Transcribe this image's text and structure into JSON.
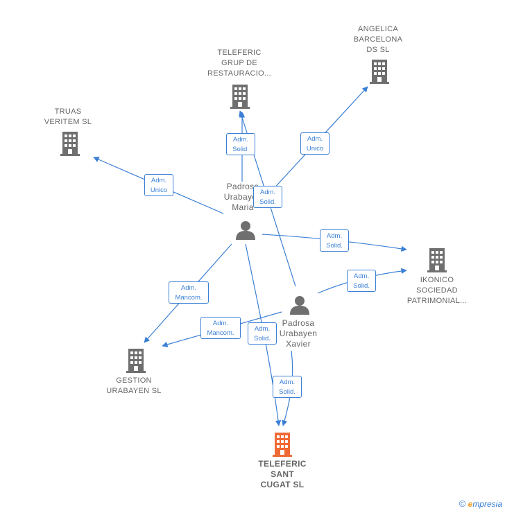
{
  "nodes": {
    "teleferic_grup": "TELEFERIC\nGRUP DE\nRESTAURACIO...",
    "angelica": "ANGELICA\nBARCELONA\nDS SL",
    "truas": "TRUAS\nVERITEM SL",
    "ikonico": "IKONICO\nSOCIEDAD\nPATRIMONIAL...",
    "gestion": "GESTION\nURABAYEN SL",
    "teleferic_sant": "TELEFERIC\nSANT\nCUGAT SL",
    "padrosa_maria": "Padrosa\nUrabayen\nMaria",
    "padrosa_xavier": "Padrosa\nUrabayen\nXavier"
  },
  "relations": {
    "r_grup": [
      "Adm.",
      "Solid."
    ],
    "r_angelica": [
      "Adm.",
      "Unico"
    ],
    "r_truas": [
      "Adm.",
      "Unico"
    ],
    "r_xavier_grup": [
      "Adm.",
      "Solid."
    ],
    "r_ikonico_maria": [
      "Adm.",
      "Solid."
    ],
    "r_ikonico_xavier": [
      "Adm.",
      "Solid."
    ],
    "r_gestion_maria": [
      "Adm.",
      "Mancom."
    ],
    "r_gestion_xavier": [
      "Adm.",
      "Mancom."
    ],
    "r_sant_maria": [
      "Adm.",
      "Solid."
    ],
    "r_sant_xavier": [
      "Adm.",
      "Solid."
    ]
  },
  "colors": {
    "edge": "#3a7fd5",
    "building": "#6f6f6f",
    "building_main": "#f06a35",
    "person": "#6f6f6f"
  },
  "footer": {
    "copyright": "©",
    "brand_e": "e",
    "brand_rest": "mpresia"
  }
}
